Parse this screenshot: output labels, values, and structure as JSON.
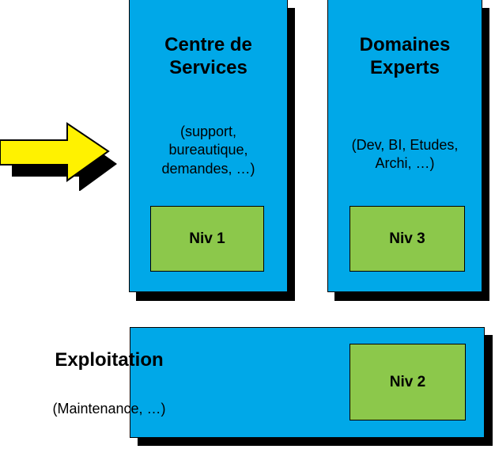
{
  "diagram": {
    "type": "organisational-support-tiers",
    "colors": {
      "panel_fill": "#00A8E8",
      "panel_border": "#000000",
      "panel_shadow": "#000000",
      "level_fill": "#8CC84B",
      "level_border": "#000000",
      "arrow_fill": "#FFF200",
      "arrow_border": "#000000",
      "arrow_shadow": "#000000",
      "background": "#FFFFFF"
    },
    "arrow": {
      "name": "right-arrow",
      "direction": "right"
    },
    "panels": [
      {
        "id": "centre-de-services",
        "title": "Centre de\nServices",
        "title_line1": "Centre de",
        "title_line2": "Services",
        "subtitle": "(support,\nbureautique,\ndemandes, …)",
        "subtitle_line1": "(support,",
        "subtitle_line2": "bureautique,",
        "subtitle_line3": "demandes, …)",
        "level": "Niv 1"
      },
      {
        "id": "domaines-experts",
        "title": "Domaines\nExperts",
        "title_line1": "Domaines",
        "title_line2": "Experts",
        "subtitle": "(Dev, BI, Etudes,\nArchi, …)",
        "subtitle_line1": "(Dev, BI, Etudes,",
        "subtitle_line2": "Archi, …)",
        "level": "Niv 3"
      },
      {
        "id": "exploitation",
        "title": "Exploitation",
        "title_line1": "Exploitation",
        "title_line2": "",
        "subtitle": "(Maintenance, …)",
        "subtitle_line1": "(Maintenance, …)",
        "subtitle_line2": "",
        "level": "Niv 2"
      }
    ]
  }
}
